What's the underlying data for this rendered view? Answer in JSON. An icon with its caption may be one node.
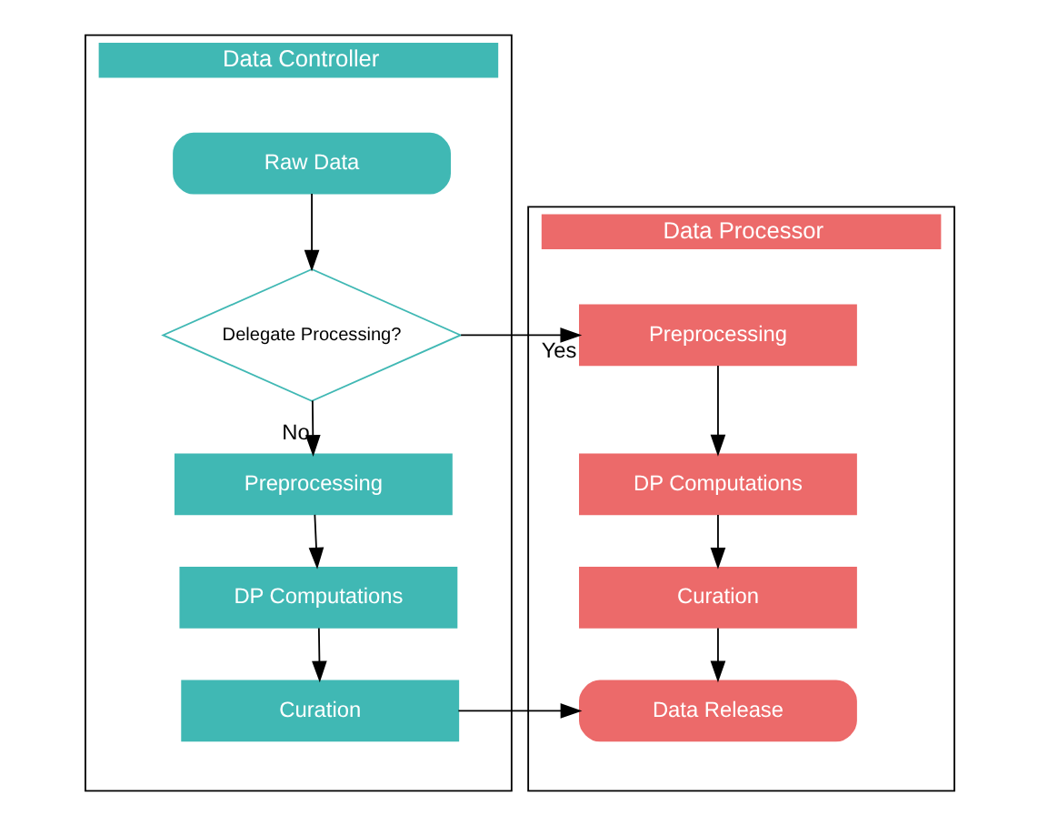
{
  "diagram": {
    "nodes": [
      {
        "text": [
          "Data Controller"
        ]
      },
      {
        "text": [
          "Data Processor"
        ]
      },
      {
        "text": [
          "Raw Data"
        ],
        "in": 0
      },
      {
        "text": [
          "Delegate Processing?"
        ],
        "in": 0
      },
      {
        "text": [
          "Preprocessing"
        ],
        "in": 0
      },
      {
        "text": [
          "DP Computations"
        ],
        "in": 0
      },
      {
        "text": [
          "Curation"
        ],
        "in": 0
      },
      {
        "text": [
          "Preprocessing"
        ],
        "in": 1
      },
      {
        "text": [
          "DP Computations"
        ],
        "in": 1
      },
      {
        "text": [
          "Curation"
        ],
        "in": 1
      },
      {
        "text": [
          "Data Release"
        ],
        "in": 1
      }
    ],
    "edges": [
      {
        "from": 2,
        "to": 3,
        "arrow": "to"
      },
      {
        "from": 3,
        "to": 7,
        "arrow": "to",
        "label": "Yes"
      },
      {
        "from": 3,
        "to": 4,
        "arrow": "to",
        "label": "No"
      },
      {
        "from": 4,
        "to": 5,
        "arrow": "to"
      },
      {
        "from": 5,
        "to": 6,
        "arrow": "to"
      },
      {
        "from": 7,
        "to": 8,
        "arrow": "to"
      },
      {
        "from": 8,
        "to": 9,
        "arrow": "to"
      },
      {
        "from": 9,
        "to": 10,
        "arrow": "to"
      },
      {
        "from": 6,
        "to": 10,
        "arrow": "to"
      }
    ]
  }
}
